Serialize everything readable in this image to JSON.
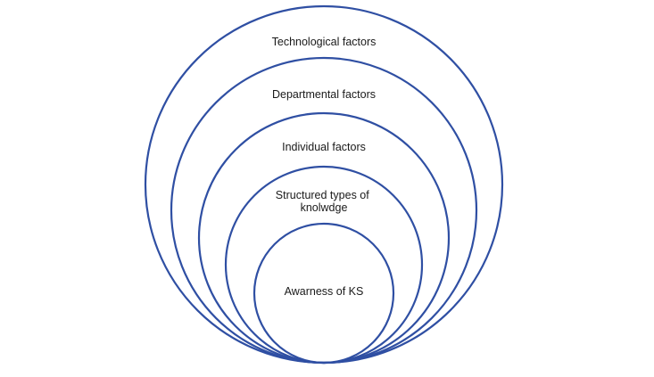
{
  "diagram": {
    "ring_color": "#2f4fa3",
    "rings": [
      {
        "label_lines": [
          "Technological factors"
        ]
      },
      {
        "label_lines": [
          "Departmental factors"
        ]
      },
      {
        "label_lines": [
          "Individual factors"
        ]
      },
      {
        "label_lines": [
          "Structured types of",
          "knolwdge"
        ]
      },
      {
        "label_lines": [
          "Awarness of KS"
        ]
      }
    ]
  }
}
